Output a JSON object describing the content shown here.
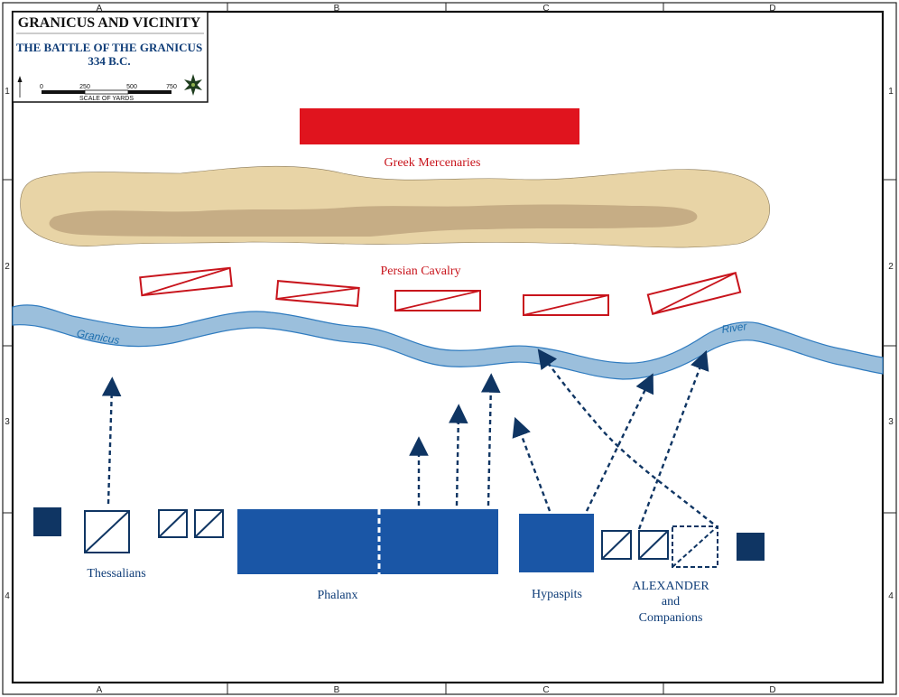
{
  "title": {
    "main": "GRANICUS AND VICINITY",
    "battle": "THE BATTLE OF THE GRANICUS",
    "year": "334 B.C."
  },
  "scale": {
    "ticks": [
      "0",
      "250",
      "500",
      "750"
    ],
    "label": "SCALE OF YARDS"
  },
  "grid": {
    "columns": [
      "A",
      "B",
      "C",
      "D"
    ],
    "rows": [
      "1",
      "2",
      "3",
      "4"
    ]
  },
  "river": {
    "name_left": "Granicus",
    "name_right": "River"
  },
  "persian": {
    "mercenaries_label": "Greek Mercenaries",
    "cavalry_label": "Persian Cavalry"
  },
  "macedonian": {
    "thessalians": "Thessalians",
    "phalanx": "Phalanx",
    "hypaspists": "Hypaspits",
    "alexander_line1": "ALEXANDER",
    "alexander_line2": "and",
    "alexander_line3": "Companions"
  },
  "colors": {
    "persian_red": "#e0141e",
    "macedonian_blue": "#1a56a6",
    "dark_blue": "#0f3563",
    "river_fill": "#9bbfdc",
    "river_edge": "#2f7bbf",
    "ridge_light": "#e8d4a6",
    "ridge_dark": "#c6ad85"
  },
  "icons": {
    "compass": "compass-rose-icon",
    "north_arrow": "north-arrow-icon"
  }
}
